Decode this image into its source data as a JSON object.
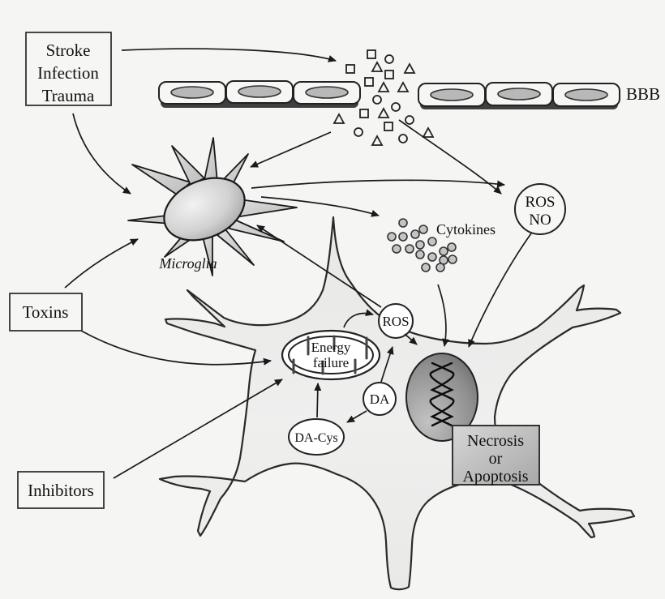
{
  "diagram": {
    "title_hint": "Neuroinflammation pathway diagram",
    "boxes": {
      "causes": {
        "line1": "Stroke",
        "line2": "Infection",
        "line3": "Trauma"
      },
      "toxins": {
        "label": "Toxins"
      },
      "inhibitors": {
        "label": "Inhibitors"
      },
      "outcome": {
        "line1": "Necrosis",
        "line2": "or",
        "line3": "Apoptosis"
      }
    },
    "labels": {
      "bbb": "BBB",
      "microglia": "Microglia",
      "cytokines": "Cytokines"
    },
    "nodes": {
      "ros_no_line1": "ROS",
      "ros_no_line2": "NO",
      "ros": "ROS",
      "da": "DA",
      "da_cys": "DA-Cys",
      "energy_line1": "Energy",
      "energy_line2": "failure"
    },
    "colors": {
      "background": "#f5f5f4",
      "outline": "#222222",
      "arrow": "#1a1a1a",
      "cell_fill": "#f6f6f4",
      "cell_nucleus": "#b8b8b8",
      "shadow": "#3f3f3f",
      "soma_fill": "#ececeb",
      "nucleus_dark": "#595959",
      "box_gradient_light": "#d6d6d6",
      "box_gradient_dark": "#a8a8a8"
    }
  }
}
